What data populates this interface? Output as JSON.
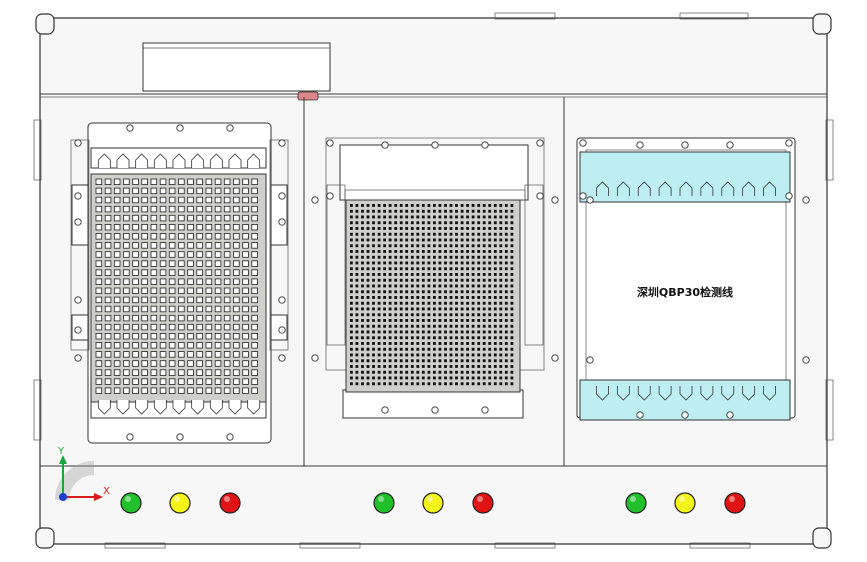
{
  "station_label": "深圳QBP30检测线",
  "axes": {
    "x_label": "X",
    "y_label": "Y"
  },
  "indicator_colors": {
    "green": "#22c02a",
    "yellow": "#f4f419",
    "red": "#e01414"
  },
  "indicator_groups": [
    {
      "name": "left",
      "lights": [
        "green",
        "yellow",
        "red"
      ]
    },
    {
      "name": "middle",
      "lights": [
        "green",
        "yellow",
        "red"
      ]
    },
    {
      "name": "right",
      "lights": [
        "green",
        "yellow",
        "red"
      ]
    }
  ]
}
